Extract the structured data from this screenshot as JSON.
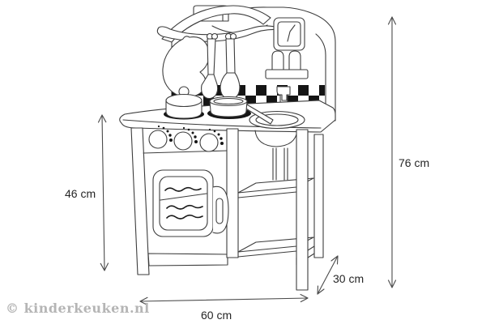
{
  "illustration": {
    "subject": "Wooden toy play kitchen line drawing",
    "line_color": "#3d3d3d",
    "tile_color": "#151515",
    "background_color": "#ffffff"
  },
  "dimensions": {
    "counter_height": "46 cm",
    "total_height": "76 cm",
    "depth": "30 cm",
    "width": "60 cm"
  },
  "watermark": {
    "text": "© kinderkeuken.nl",
    "color": "#b5b5b5"
  }
}
